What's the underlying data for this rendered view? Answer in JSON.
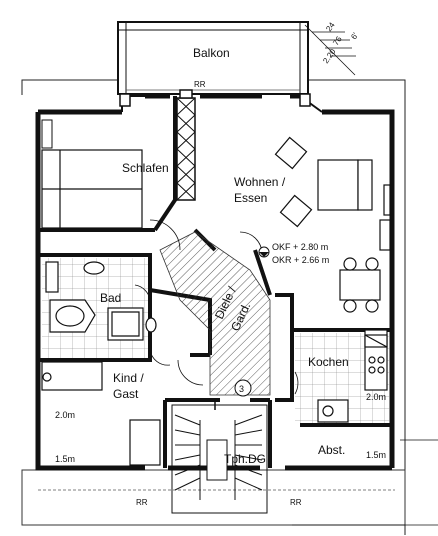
{
  "rooms": {
    "balkon": "Balkon",
    "schlafen": "Schlafen",
    "wohnen_line1": "Wohnen /",
    "wohnen_line2": "Essen",
    "bad": "Bad",
    "diele_line1": "Diele /",
    "diele_line2": "Gard.",
    "kochen": "Kochen",
    "kind_line1": "Kind /",
    "kind_line2": "Gast",
    "tph": "Tph.DG",
    "abst": "Abst."
  },
  "annotations": {
    "okf": "OKF + 2.80 m",
    "okr": "OKR + 2.66 m",
    "rr_top": "RR",
    "rr_bottom_left": "RR",
    "rr_bottom_right": "RR",
    "stair_number": "3",
    "dim_2_0m_left": "2.0m",
    "dim_1_5m_left": "1.5m",
    "dim_2_0m_right": "2.0m",
    "dim_1_5m_right": "1.5m",
    "dim_24": "24",
    "dim_76": "76",
    "dim_6": "6'",
    "dim_220": "2.20"
  }
}
